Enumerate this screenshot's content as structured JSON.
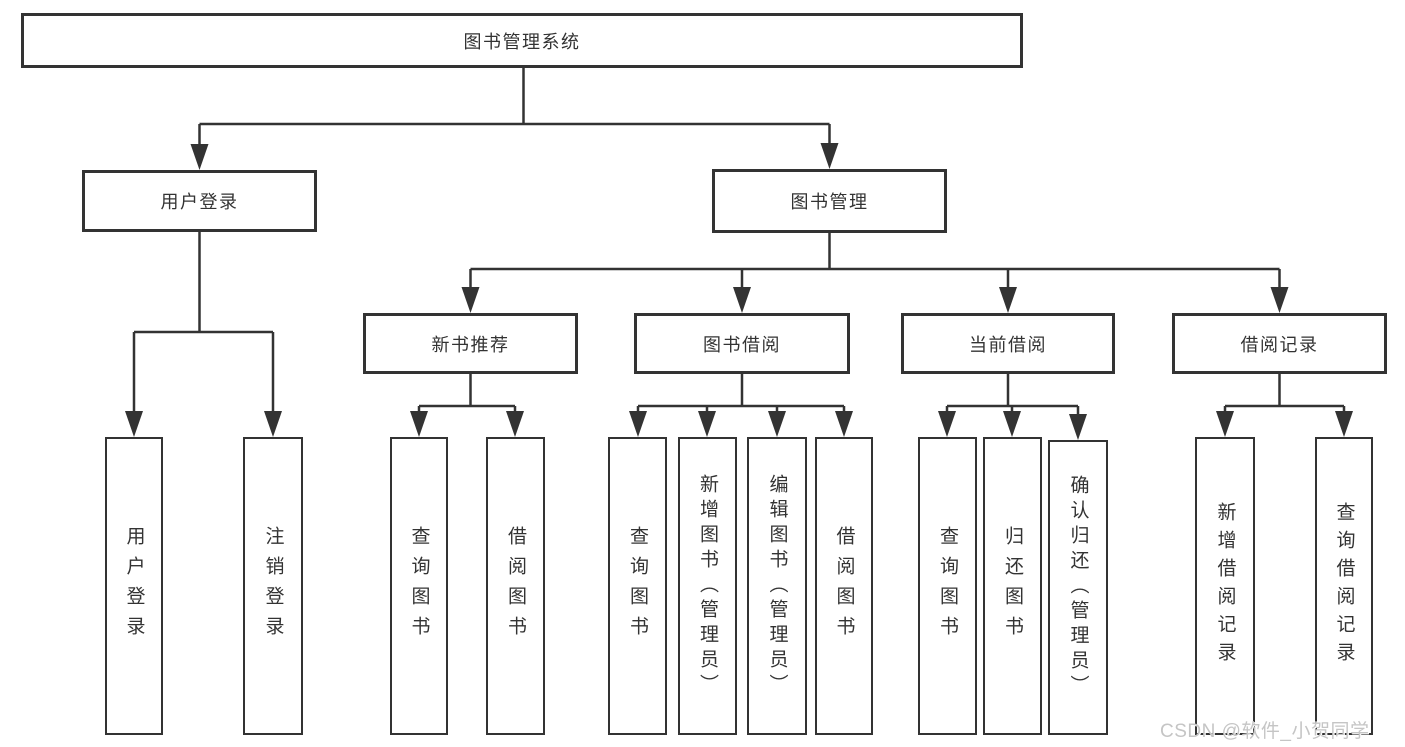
{
  "nodes": {
    "root": "图书管理系统",
    "level2": {
      "user_login": "用户登录",
      "book_mgmt": "图书管理"
    },
    "level3": {
      "new_book_rec": "新书推荐",
      "book_borrow": "图书借阅",
      "current_borrow": "当前借阅",
      "borrow_records": "借阅记录"
    },
    "leaves": {
      "user_login": "用户登录",
      "logout": "注销登录",
      "nbr_query": "查询图书",
      "nbr_borrow": "借阅图书",
      "bb_query": "查询图书",
      "bb_add": "新增图书（管理员）",
      "bb_edit": "编辑图书（管理员）",
      "bb_borrow": "借阅图书",
      "cb_query": "查询图书",
      "cb_return": "归还图书",
      "cb_confirm": "确认归还（管理员）",
      "br_add": "新增借阅记录",
      "br_query": "查询借阅记录"
    }
  },
  "watermark": "CSDN @软件_小贺同学",
  "colors": {
    "line": "#333333",
    "box_border": "#333333",
    "text": "#333333",
    "watermark": "#c5c5c5",
    "background": "#ffffff"
  }
}
